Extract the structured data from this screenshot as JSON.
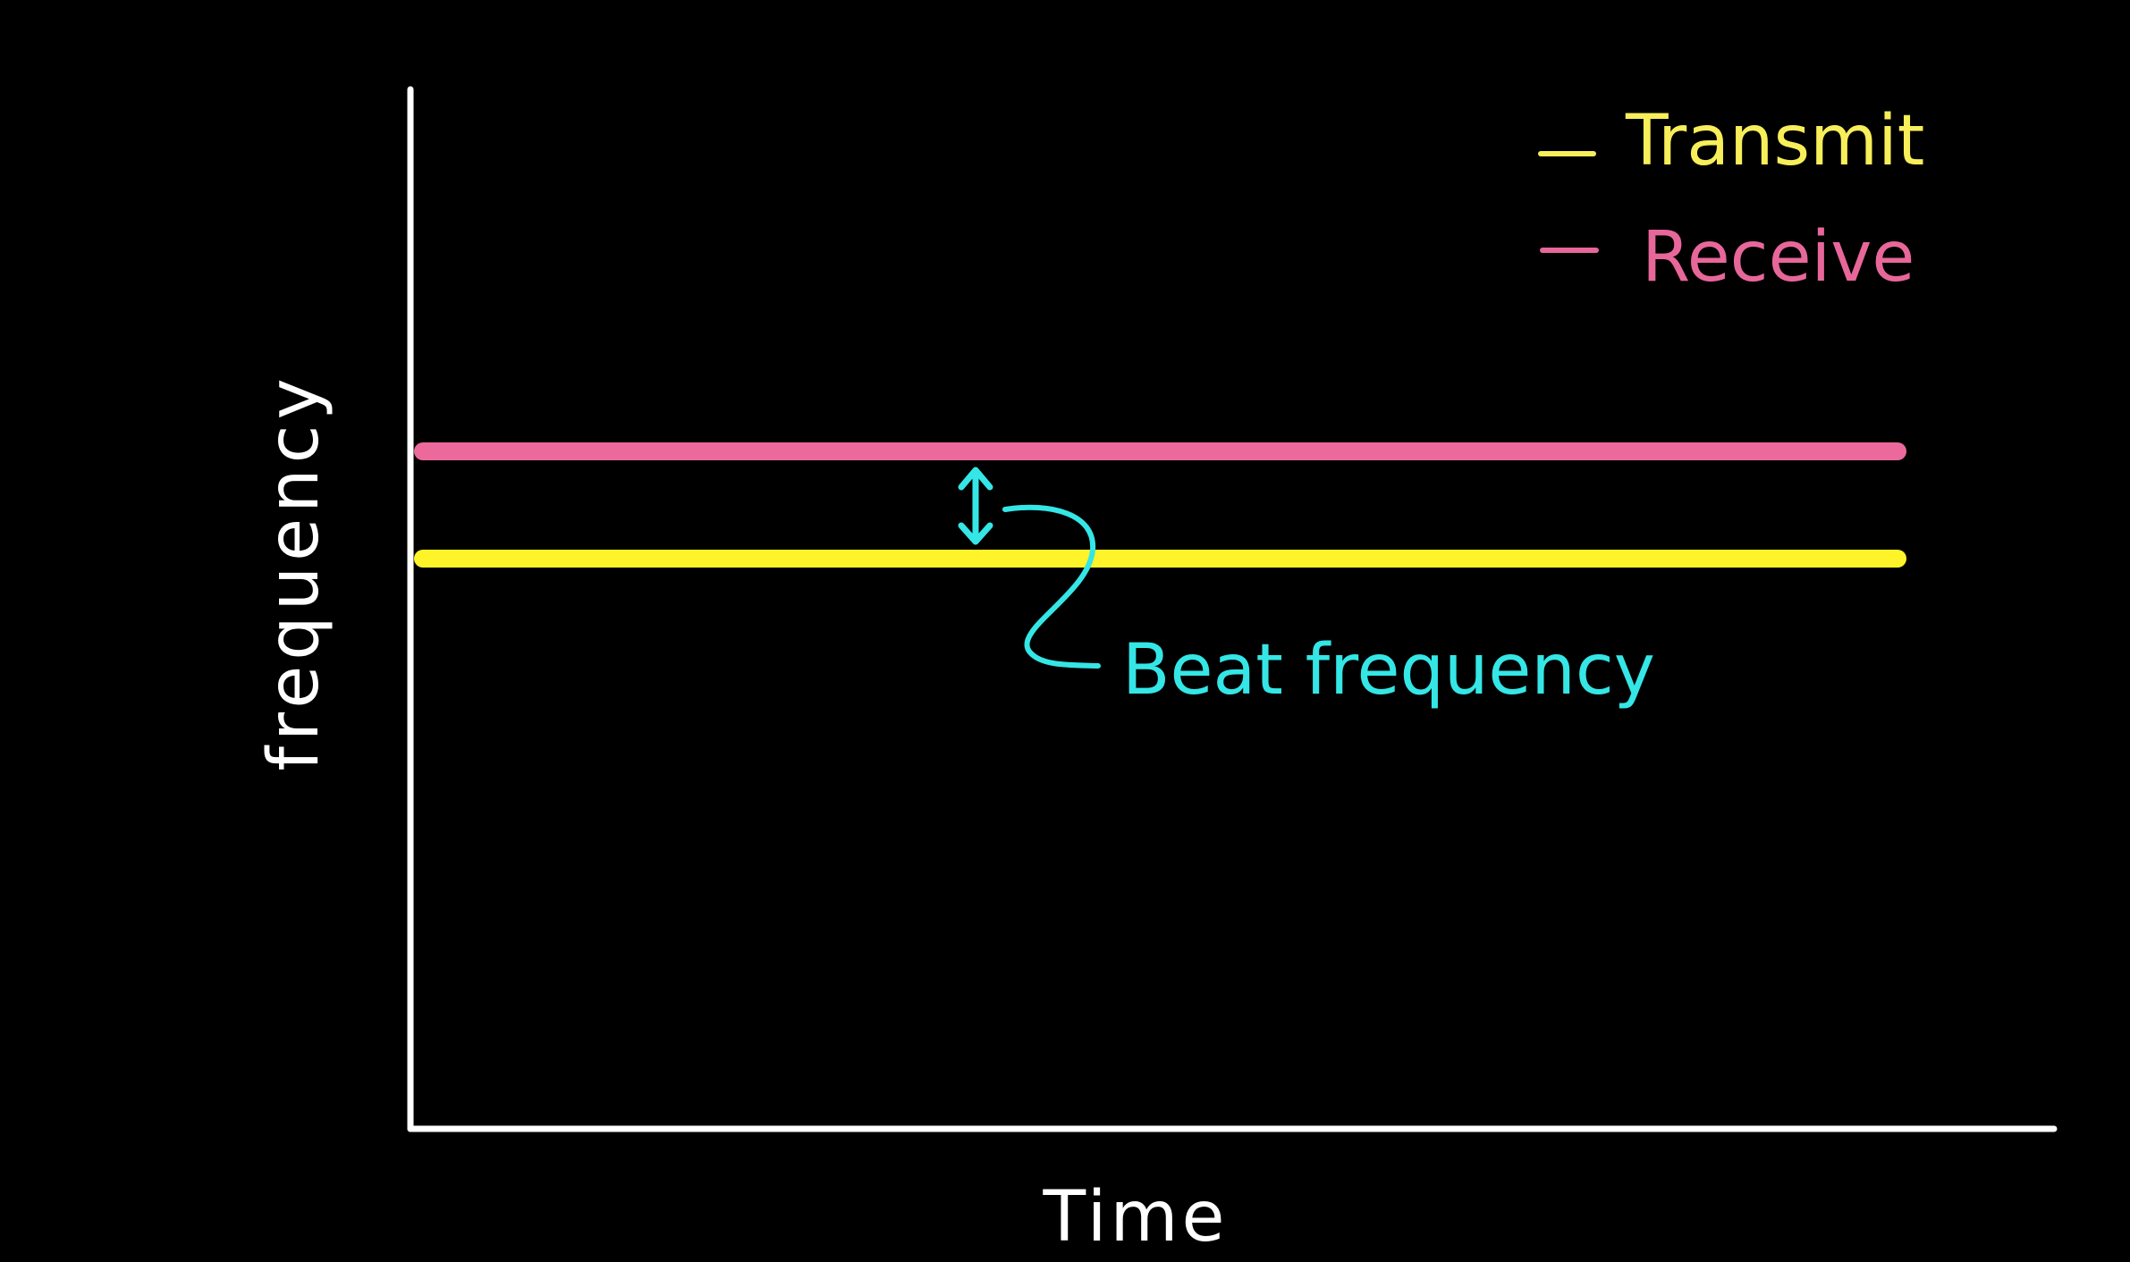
{
  "diagram": {
    "x_axis_label": "Time",
    "y_axis_label": "frequency",
    "legend": [
      {
        "label": "Transmit",
        "color": "#f7ee5a"
      },
      {
        "label": "Receive",
        "color": "#e8679a"
      }
    ],
    "annotation": {
      "label": "Beat frequency",
      "color": "#35e6e6"
    },
    "colors": {
      "background": "#000000",
      "axes": "#ffffff",
      "transmit_line": "#fff42a",
      "receive_line": "#ec6a9b"
    }
  }
}
